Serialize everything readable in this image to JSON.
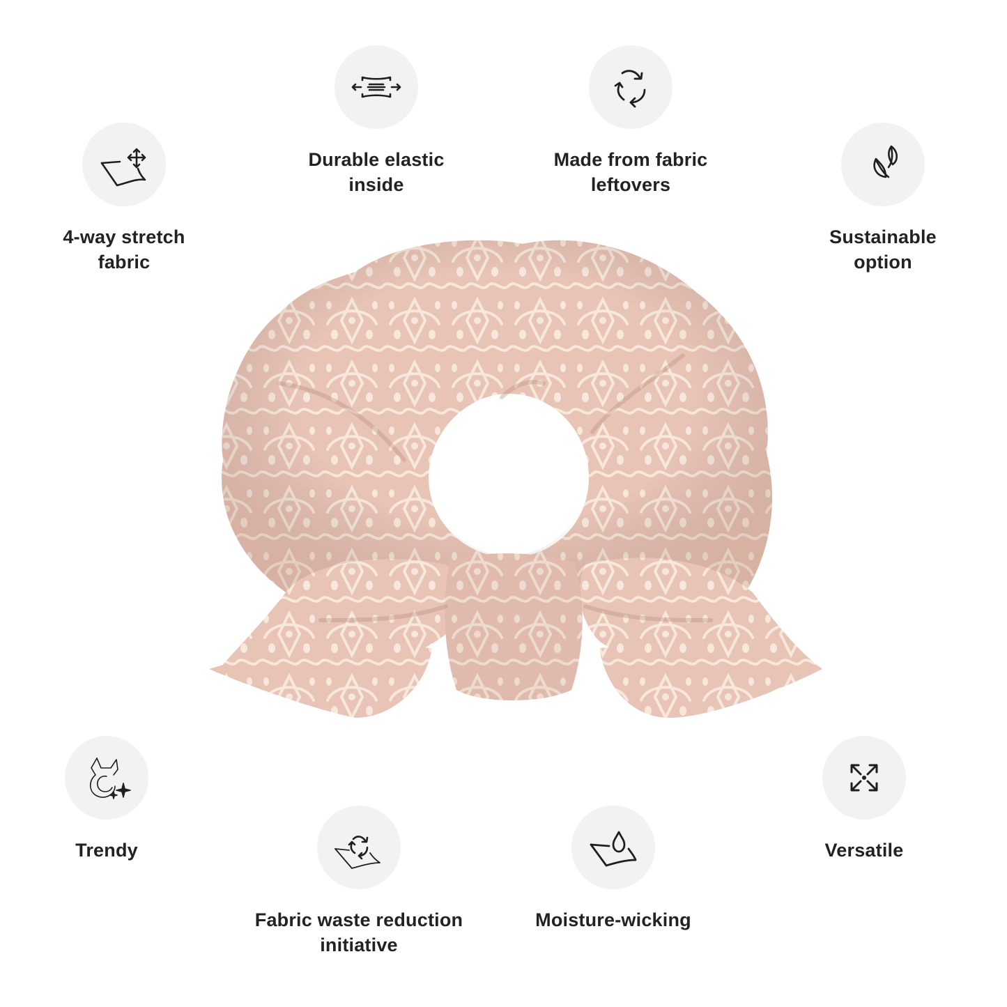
{
  "colors": {
    "background": "#ffffff",
    "icon_circle": "#f2f2f2",
    "icon_stroke": "#1f1f1f",
    "label_text": "#222222",
    "fabric_base": "#e8c4b6",
    "fabric_pattern": "#f7e7dc"
  },
  "product": {
    "name": "Recycled scrunchie",
    "pattern": "blush pink mandala doodle"
  },
  "features": [
    {
      "icon": "stretch-fabric-icon",
      "label": "4-way stretch\nfabric"
    },
    {
      "icon": "elastic-icon",
      "label": "Durable elastic\ninside"
    },
    {
      "icon": "recycle-icon",
      "label": "Made from fabric\nleftovers"
    },
    {
      "icon": "leaves-icon",
      "label": "Sustainable\noption"
    },
    {
      "icon": "trendy-icon",
      "label": "Trendy"
    },
    {
      "icon": "fabric-recycle-icon",
      "label": "Fabric waste reduction\ninitiative"
    },
    {
      "icon": "moisture-icon",
      "label": "Moisture-wicking"
    },
    {
      "icon": "versatile-icon",
      "label": "Versatile"
    }
  ]
}
